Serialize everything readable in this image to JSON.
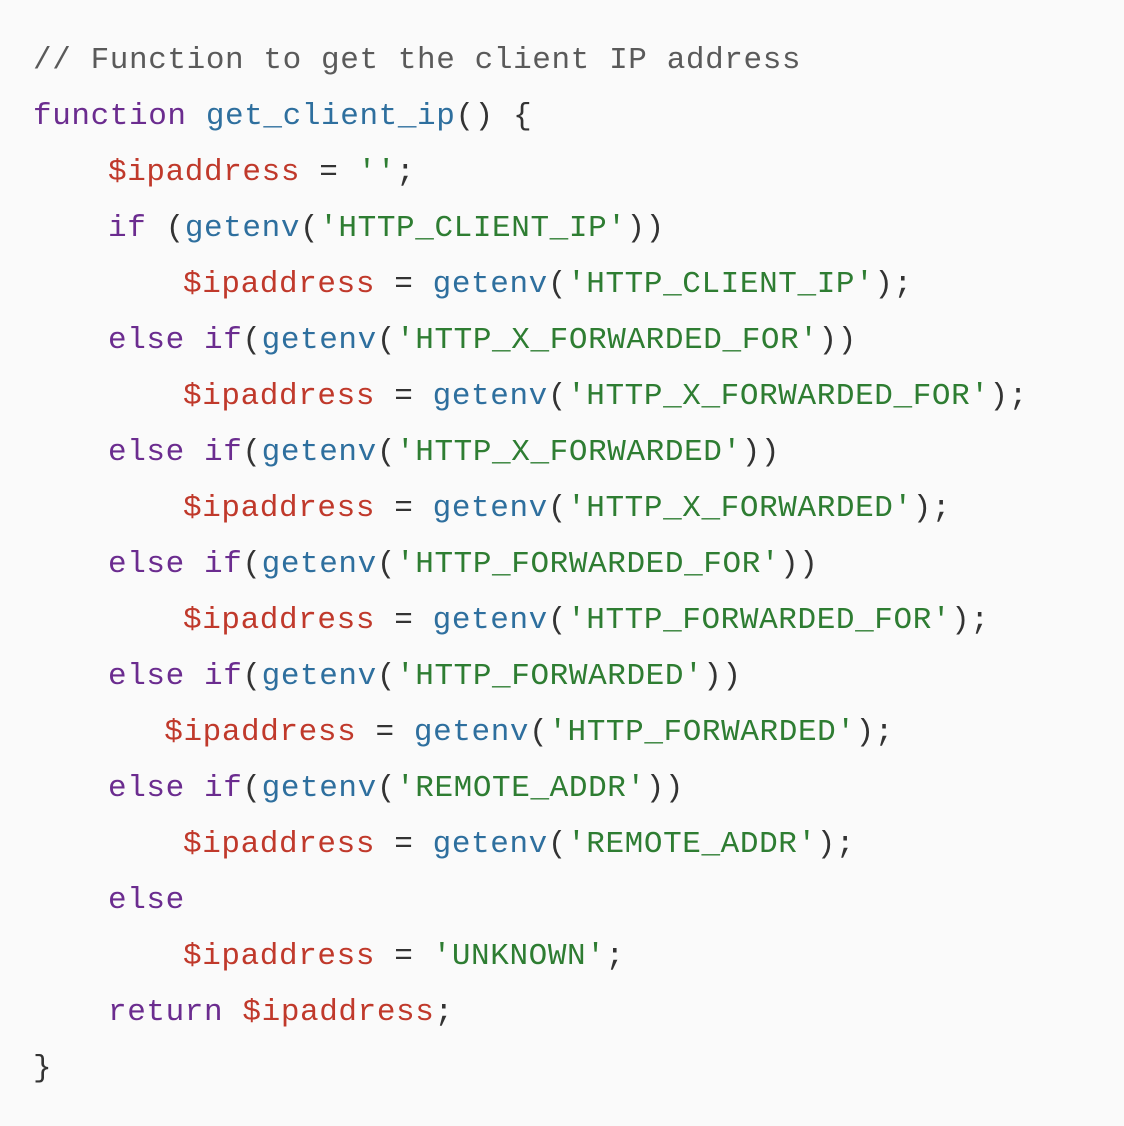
{
  "colors": {
    "background": "#fafafa",
    "comment": "#5a5a5a",
    "keyword": "#6b2c8f",
    "function": "#2e6f9e",
    "variable": "#c0392b",
    "string": "#2e7d32",
    "punctuation": "#333333"
  },
  "code": {
    "lines": [
      {
        "indent": 0,
        "tokens": [
          {
            "type": "comment",
            "text": "// Function to get the client IP address"
          }
        ]
      },
      {
        "indent": 0,
        "tokens": [
          {
            "type": "keyword",
            "text": "function "
          },
          {
            "type": "function",
            "text": "get_client_ip"
          },
          {
            "type": "punct",
            "text": "() {"
          }
        ]
      },
      {
        "indent": 1,
        "tokens": [
          {
            "type": "variable",
            "text": "$ipaddress"
          },
          {
            "type": "punct",
            "text": " = "
          },
          {
            "type": "string",
            "text": "''"
          },
          {
            "type": "punct",
            "text": ";"
          }
        ]
      },
      {
        "indent": 1,
        "tokens": [
          {
            "type": "keyword",
            "text": "if "
          },
          {
            "type": "punct",
            "text": "("
          },
          {
            "type": "function",
            "text": "getenv"
          },
          {
            "type": "punct",
            "text": "("
          },
          {
            "type": "string",
            "text": "'HTTP_CLIENT_IP'"
          },
          {
            "type": "punct",
            "text": "))"
          }
        ]
      },
      {
        "indent": 2,
        "tokens": [
          {
            "type": "variable",
            "text": "$ipaddress"
          },
          {
            "type": "punct",
            "text": " = "
          },
          {
            "type": "function",
            "text": "getenv"
          },
          {
            "type": "punct",
            "text": "("
          },
          {
            "type": "string",
            "text": "'HTTP_CLIENT_IP'"
          },
          {
            "type": "punct",
            "text": ");"
          }
        ]
      },
      {
        "indent": 1,
        "tokens": [
          {
            "type": "keyword",
            "text": "else if"
          },
          {
            "type": "punct",
            "text": "("
          },
          {
            "type": "function",
            "text": "getenv"
          },
          {
            "type": "punct",
            "text": "("
          },
          {
            "type": "string",
            "text": "'HTTP_X_FORWARDED_FOR'"
          },
          {
            "type": "punct",
            "text": "))"
          }
        ]
      },
      {
        "indent": 2,
        "tokens": [
          {
            "type": "variable",
            "text": "$ipaddress"
          },
          {
            "type": "punct",
            "text": " = "
          },
          {
            "type": "function",
            "text": "getenv"
          },
          {
            "type": "punct",
            "text": "("
          },
          {
            "type": "string",
            "text": "'HTTP_X_FORWARDED_FOR'"
          },
          {
            "type": "punct",
            "text": ");"
          }
        ]
      },
      {
        "indent": 1,
        "tokens": [
          {
            "type": "keyword",
            "text": "else if"
          },
          {
            "type": "punct",
            "text": "("
          },
          {
            "type": "function",
            "text": "getenv"
          },
          {
            "type": "punct",
            "text": "("
          },
          {
            "type": "string",
            "text": "'HTTP_X_FORWARDED'"
          },
          {
            "type": "punct",
            "text": "))"
          }
        ]
      },
      {
        "indent": 2,
        "tokens": [
          {
            "type": "variable",
            "text": "$ipaddress"
          },
          {
            "type": "punct",
            "text": " = "
          },
          {
            "type": "function",
            "text": "getenv"
          },
          {
            "type": "punct",
            "text": "("
          },
          {
            "type": "string",
            "text": "'HTTP_X_FORWARDED'"
          },
          {
            "type": "punct",
            "text": ");"
          }
        ]
      },
      {
        "indent": 1,
        "tokens": [
          {
            "type": "keyword",
            "text": "else if"
          },
          {
            "type": "punct",
            "text": "("
          },
          {
            "type": "function",
            "text": "getenv"
          },
          {
            "type": "punct",
            "text": "("
          },
          {
            "type": "string",
            "text": "'HTTP_FORWARDED_FOR'"
          },
          {
            "type": "punct",
            "text": "))"
          }
        ]
      },
      {
        "indent": 2,
        "tokens": [
          {
            "type": "variable",
            "text": "$ipaddress"
          },
          {
            "type": "punct",
            "text": " = "
          },
          {
            "type": "function",
            "text": "getenv"
          },
          {
            "type": "punct",
            "text": "("
          },
          {
            "type": "string",
            "text": "'HTTP_FORWARDED_FOR'"
          },
          {
            "type": "punct",
            "text": ");"
          }
        ]
      },
      {
        "indent": 1,
        "tokens": [
          {
            "type": "keyword",
            "text": "else if"
          },
          {
            "type": "punct",
            "text": "("
          },
          {
            "type": "function",
            "text": "getenv"
          },
          {
            "type": "punct",
            "text": "("
          },
          {
            "type": "string",
            "text": "'HTTP_FORWARDED'"
          },
          {
            "type": "punct",
            "text": "))"
          }
        ]
      },
      {
        "indent": 1.75,
        "tokens": [
          {
            "type": "variable",
            "text": "$ipaddress"
          },
          {
            "type": "punct",
            "text": " = "
          },
          {
            "type": "function",
            "text": "getenv"
          },
          {
            "type": "punct",
            "text": "("
          },
          {
            "type": "string",
            "text": "'HTTP_FORWARDED'"
          },
          {
            "type": "punct",
            "text": ");"
          }
        ]
      },
      {
        "indent": 1,
        "tokens": [
          {
            "type": "keyword",
            "text": "else if"
          },
          {
            "type": "punct",
            "text": "("
          },
          {
            "type": "function",
            "text": "getenv"
          },
          {
            "type": "punct",
            "text": "("
          },
          {
            "type": "string",
            "text": "'REMOTE_ADDR'"
          },
          {
            "type": "punct",
            "text": "))"
          }
        ]
      },
      {
        "indent": 2,
        "tokens": [
          {
            "type": "variable",
            "text": "$ipaddress"
          },
          {
            "type": "punct",
            "text": " = "
          },
          {
            "type": "function",
            "text": "getenv"
          },
          {
            "type": "punct",
            "text": "("
          },
          {
            "type": "string",
            "text": "'REMOTE_ADDR'"
          },
          {
            "type": "punct",
            "text": ");"
          }
        ]
      },
      {
        "indent": 1,
        "tokens": [
          {
            "type": "keyword",
            "text": "else"
          }
        ]
      },
      {
        "indent": 2,
        "tokens": [
          {
            "type": "variable",
            "text": "$ipaddress"
          },
          {
            "type": "punct",
            "text": " = "
          },
          {
            "type": "string",
            "text": "'UNKNOWN'"
          },
          {
            "type": "punct",
            "text": ";"
          }
        ]
      },
      {
        "indent": 1,
        "tokens": [
          {
            "type": "keyword",
            "text": "return "
          },
          {
            "type": "variable",
            "text": "$ipaddress"
          },
          {
            "type": "punct",
            "text": ";"
          }
        ]
      },
      {
        "indent": 0,
        "tokens": [
          {
            "type": "punct",
            "text": "}"
          }
        ]
      }
    ]
  }
}
